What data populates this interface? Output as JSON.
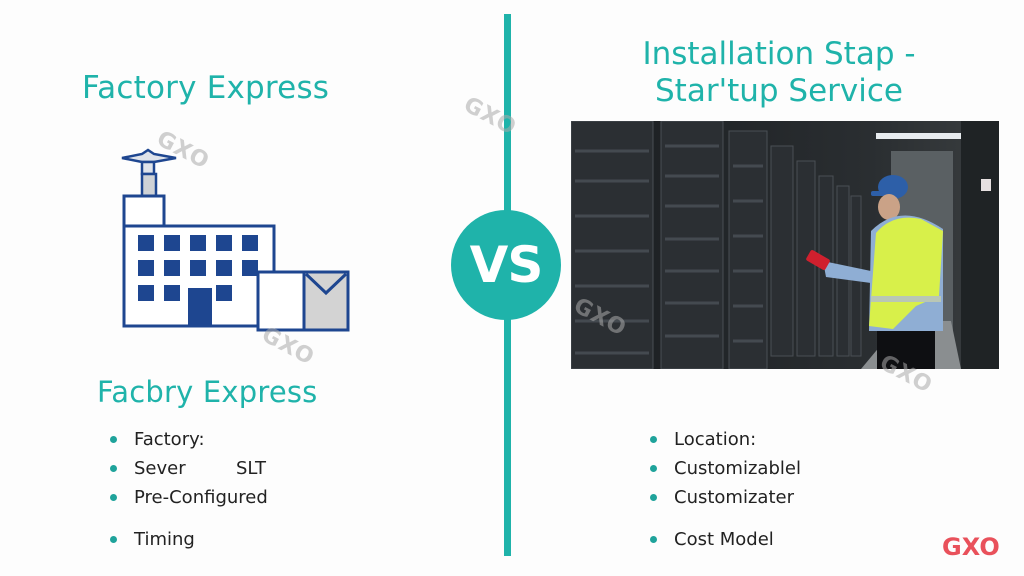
{
  "left": {
    "title": "Factory Express",
    "subtitle": "Facbry Express",
    "illustration": "factory-building-with-package",
    "bullets": [
      {
        "text": "Factory:",
        "extra": ""
      },
      {
        "text": "Sever",
        "extra": "SLT"
      },
      {
        "text": "Pre-Configured",
        "extra": ""
      },
      {
        "text": "Timing",
        "extra": ""
      }
    ]
  },
  "center": {
    "vs_label": "VS"
  },
  "right": {
    "title_line1": "Installation Stap -",
    "title_line2": "Star'tup Service",
    "photo": "technician-in-hard-hat-and-hi-vis-vest-in-server-room",
    "bullets": [
      {
        "text": "Location:"
      },
      {
        "text": "Customizablel"
      },
      {
        "text": "Customizater"
      },
      {
        "text": "Cost Model"
      }
    ]
  },
  "watermarks": [
    "GXO",
    "GXO",
    "GXO",
    "GXO",
    "GXO"
  ],
  "brand": "GXO",
  "colors": {
    "accent": "#1fb3aa",
    "icon_blue": "#1e4690",
    "brand_red": "#e9515b",
    "text": "#222222"
  }
}
